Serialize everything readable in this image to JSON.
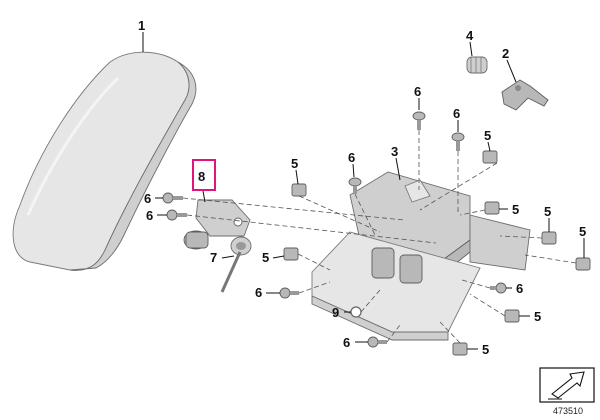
{
  "diagram": {
    "callouts": {
      "c1": "1",
      "c2": "2",
      "c3": "3",
      "c4": "4",
      "c5": "5",
      "c6": "6",
      "c7": "7",
      "c8": "8",
      "c9": "9"
    },
    "highlight_color": "#e0147a",
    "catalog_number": "473510",
    "corner_icon": "arrow-icon"
  }
}
